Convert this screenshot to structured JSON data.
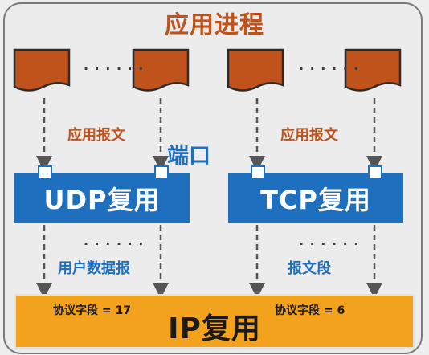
{
  "title": "应用进程",
  "ellipsis": "· · · · · ·",
  "app_message_label": "应用报文",
  "port_label": "端口",
  "udp_mux_label": "UDP复用",
  "tcp_mux_label": "TCP复用",
  "user_datagram_label": "用户数据报",
  "segment_label": "报文段",
  "ip_mux_label": "IP复用",
  "udp_protocol_field": "协议字段 = 17",
  "tcp_protocol_field": "协议字段 = 6",
  "colors": {
    "process_doc": "#c0521b",
    "transport_box": "#1f6fbf",
    "ip_box": "#f2a21d",
    "arrow": "#555555"
  }
}
